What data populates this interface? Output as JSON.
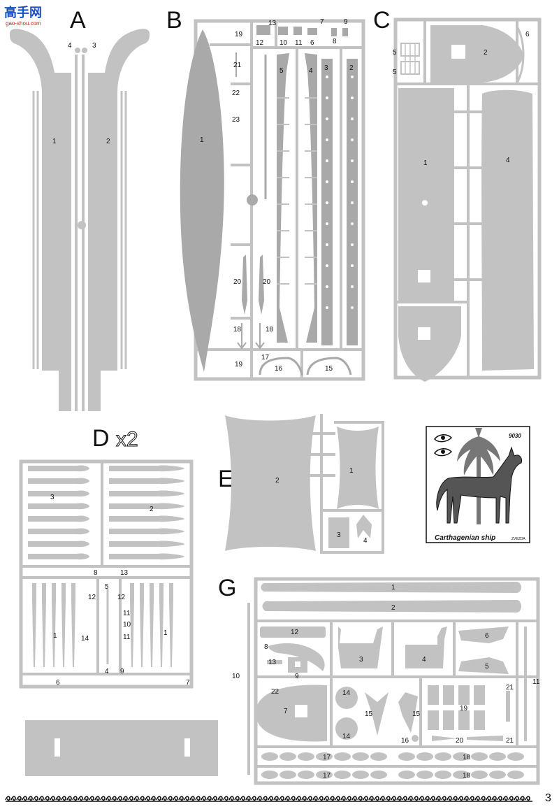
{
  "watermark": {
    "main": "高手网",
    "sub": "gao-shou.com"
  },
  "sprues": {
    "A": {
      "letter": "A",
      "labels": [
        "1",
        "2",
        "3",
        "4"
      ]
    },
    "B": {
      "letter": "B",
      "labels": [
        "1",
        "2",
        "3",
        "4",
        "5",
        "6",
        "7",
        "8",
        "9",
        "10",
        "11",
        "12",
        "13",
        "15",
        "16",
        "17",
        "18",
        "18",
        "19",
        "19",
        "20",
        "20",
        "21",
        "22",
        "23"
      ]
    },
    "C": {
      "letter": "C",
      "labels": [
        "1",
        "2",
        "4",
        "5",
        "5",
        "6"
      ]
    },
    "D": {
      "letter": "D",
      "multiplier": "x2",
      "labels": [
        "1",
        "1",
        "2",
        "3",
        "4",
        "5",
        "6",
        "7",
        "8",
        "9",
        "10",
        "11",
        "11",
        "12",
        "12",
        "13",
        "14"
      ]
    },
    "E": {
      "letter": "E",
      "labels": [
        "1",
        "2",
        "3",
        "4"
      ]
    },
    "G": {
      "letter": "G",
      "labels": [
        "1",
        "2",
        "3",
        "4",
        "5",
        "6",
        "7",
        "8",
        "9",
        "10",
        "11",
        "12",
        "13",
        "14",
        "14",
        "15",
        "15",
        "16",
        "17",
        "17",
        "18",
        "18",
        "19",
        "20",
        "21",
        "21",
        "22"
      ]
    }
  },
  "decal": {
    "code": "9030",
    "caption": "Carthagenian ship",
    "maker": "ZVEZDA"
  },
  "footer": {
    "page_number": "3"
  },
  "colors": {
    "plastic": "#c2c2c2",
    "plastic_dark": "#a9a9a9",
    "ink": "#111111"
  },
  "icons": [
    "eye-icon",
    "palm-tree-icon",
    "horse-icon",
    "wave-border-icon"
  ]
}
